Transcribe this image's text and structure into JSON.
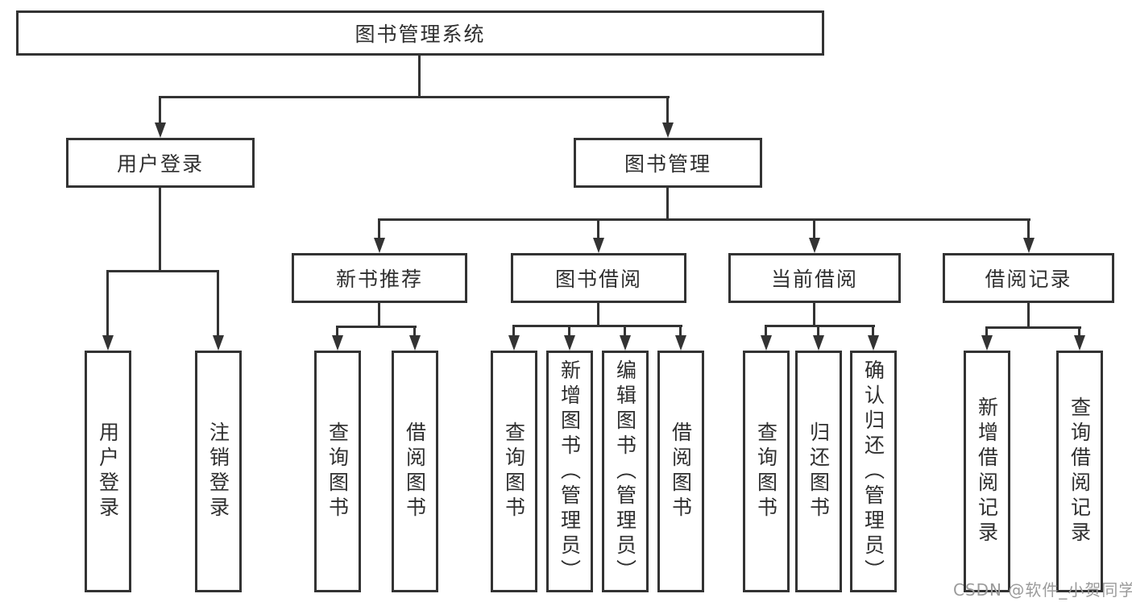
{
  "diagram": {
    "title": "图书管理系统",
    "nodes": {
      "user_login": "用户登录",
      "book_management": "图书管理",
      "new_book_recommend": "新书推荐",
      "book_borrow": "图书借阅",
      "current_borrow": "当前借阅",
      "borrow_records": "借阅记录"
    },
    "leaves": {
      "user_login": [
        "用户登录",
        "注销登录"
      ],
      "new_book_recommend": [
        "查询图书",
        "借阅图书"
      ],
      "book_borrow": [
        "查询图书",
        "新增图书（管理员）",
        "编辑图书（管理员）",
        "借阅图书"
      ],
      "current_borrow": [
        "查询图书",
        "归还图书",
        "确认归还（管理员）"
      ],
      "borrow_records": [
        "新增借阅记录",
        "查询借阅记录"
      ]
    },
    "colors": {
      "line": "#333333",
      "text": "#2f2f2f",
      "box_bg": "#ffffff",
      "watermark": "#9b9b9b",
      "background": "#ffffff"
    },
    "watermark": "CSDN @软件_小贺同学"
  }
}
